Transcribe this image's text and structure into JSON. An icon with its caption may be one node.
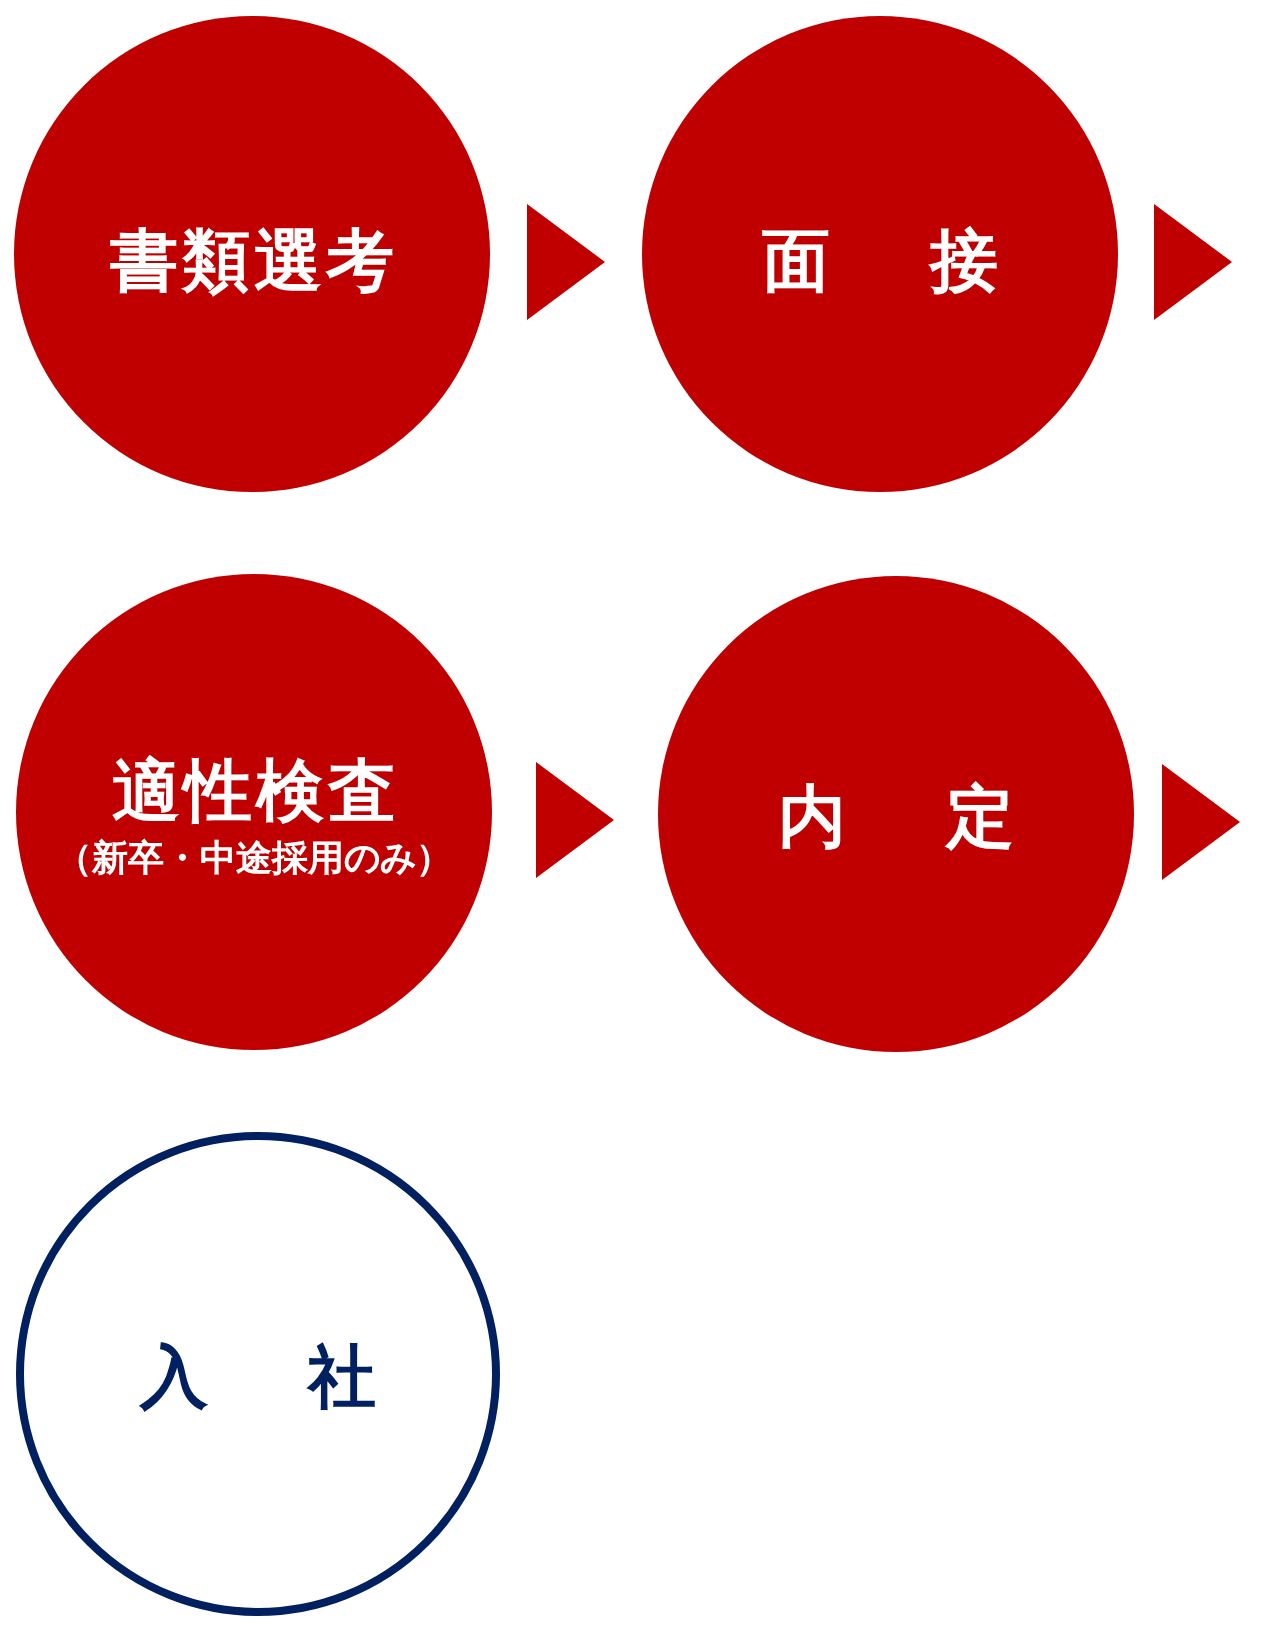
{
  "diagram": {
    "nodes": [
      {
        "text": [
          "書類選考"
        ]
      },
      {
        "text": [
          "面　接"
        ]
      },
      {
        "text": [
          "適性検査",
          "（新卒・中途採用のみ）"
        ]
      },
      {
        "text": [
          "内　定"
        ]
      },
      {
        "text": [
          "入　社"
        ]
      }
    ],
    "edges": [
      {
        "from": 0,
        "to": 1,
        "arrow": "to"
      },
      {
        "from": 1,
        "to": null,
        "arrow": "to"
      },
      {
        "from": 2,
        "to": 3,
        "arrow": "to"
      },
      {
        "from": 3,
        "to": null,
        "arrow": "to"
      }
    ]
  }
}
